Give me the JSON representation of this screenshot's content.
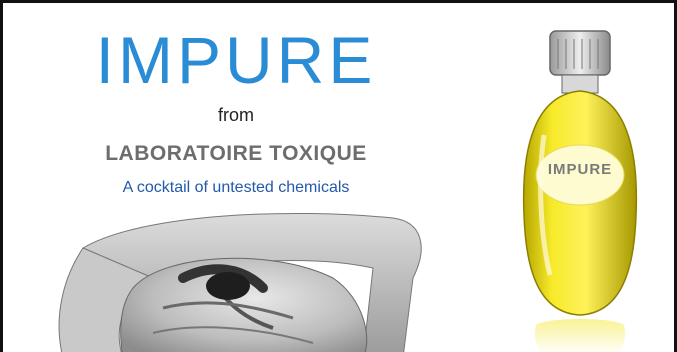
{
  "ad": {
    "brand": "IMPURE",
    "from": "from",
    "maker": "LABORATOIRE TOXIQUE",
    "tagline": "A cocktail of untested chemicals",
    "bottle_label": "IMPURE"
  },
  "colors": {
    "brand": "#2b8cd6",
    "maker": "#6d6d6d",
    "tagline": "#2359a8",
    "perfume": "#f2e312"
  }
}
